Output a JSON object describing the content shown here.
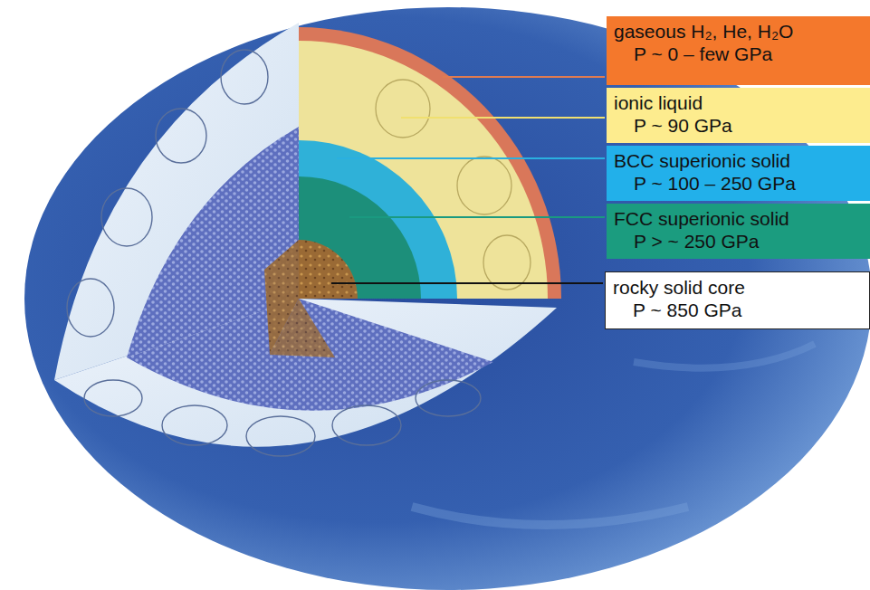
{
  "diagram": {
    "nodes": [
      {
        "text": [
          "gaseous H₂, He, H₂O",
          "P ~ 0 – few GPa"
        ]
      },
      {
        "text": [
          "ionic liquid",
          "P ~ 90 GPa"
        ]
      },
      {
        "text": [
          "BCC superionic solid",
          "P ~ 100 – 250 GPa"
        ]
      },
      {
        "text": [
          "FCC superionic solid",
          "P > ~ 250 GPa"
        ]
      },
      {
        "text": [
          "rocky solid core",
          "P ~  850 GPa"
        ]
      }
    ]
  }
}
